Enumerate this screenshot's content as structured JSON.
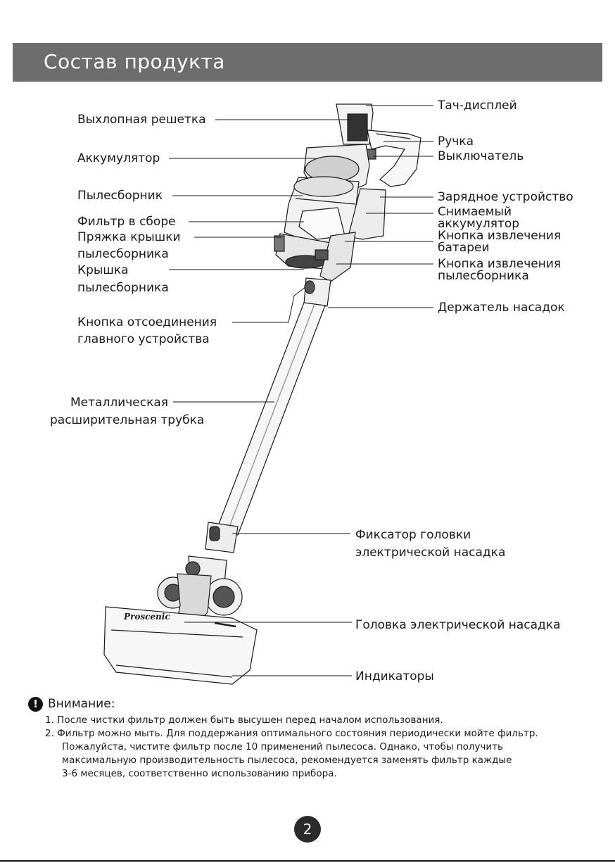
{
  "header": {
    "title": "Состав продукта"
  },
  "labels": {
    "exhaust_grille": "Выхлопная решетка",
    "battery": "Аккумулятор",
    "dust_bin": "Пылесборник",
    "filter_assembly": "Фильтр в сборе",
    "bin_cover_latch_1": "Пряжка крышки",
    "bin_cover_latch_2": "пылесборника",
    "bin_cover_1": "Крышка",
    "bin_cover_2": "пылесборника",
    "main_unit_release_1": "Кнопка отсоединения",
    "main_unit_release_2": "главного устройства",
    "metal_tube_1": "Металлическая",
    "metal_tube_2": "расширительная трубка",
    "touch_display": "Тач-дисплей",
    "handle": "Ручка",
    "power_switch": "Выключатель",
    "charger": "Зарядное устройство",
    "removable_battery_1": "Снимаемый",
    "removable_battery_2": "аккумулятор",
    "battery_release_1": "Кнопка извлечения",
    "battery_release_2": "батареи",
    "bin_release_1": "Кнопка извлечения",
    "bin_release_2": "пылесборника",
    "accessory_holder": "Держатель насадок",
    "head_lock_1": "Фиксатор головки",
    "head_lock_2": "электрической насадка",
    "power_head": "Головка электрической насадка",
    "indicators": "Индикаторы",
    "brand": "Proscenic"
  },
  "notes": {
    "title": "Внимание:",
    "icon": "exclamation-icon",
    "lines": [
      "1. После чистки фильтр должен быть высушен перед началом использования.",
      "2. Фильтр можно мыть. Для поддержания оптимального состояния периодически мойте фильтр.",
      "Пожалуйста, чистите фильтр после 10 применений пылесоса. Однако, чтобы получить",
      "максимальную производительность пылесоса, рекомендуется заменять фильтр каждые",
      "3-6 месяцев, соответственно использованию прибора."
    ]
  },
  "page": {
    "number": "2"
  },
  "colors": {
    "header_bg": "#6d6d6d",
    "line": "#111111"
  }
}
